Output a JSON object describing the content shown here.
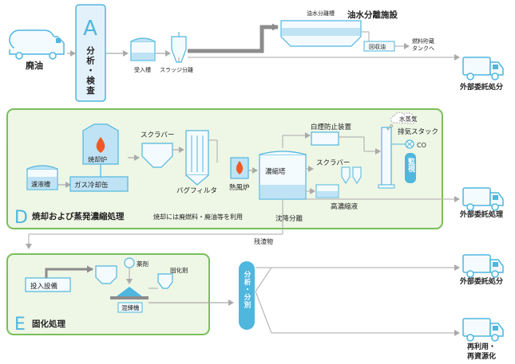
{
  "colors": {
    "accent": "#4fb6de",
    "green_border": "#79bf5a",
    "green_bg": "#eef6e6",
    "panel_bg": "#e3f1fa",
    "equip_fill": "#bfe3f5",
    "line_thin": "#b5b5b5",
    "line_thick": "#8c8c8c",
    "flame": "#ef5a24"
  },
  "labels": {
    "waste_oil": "廃油",
    "box_a_letter": "A",
    "box_a_text": "分析・検査",
    "receiving_tank": "受入槽",
    "sludge_sep": "スラッジ分離",
    "oil_water_tank": "油水分離槽",
    "oil_water_facility": "油水分離施設",
    "recovered_oil": "回収油",
    "fuel_storage_1": "燃料貯蔵",
    "fuel_storage_2": "タンクへ",
    "outsourced_1": "外部委託処分",
    "scrubber_1": "スクラバー",
    "incinerator": "焼却炉",
    "white_smoke": "白煙防止装置",
    "steam": "水蒸気",
    "exhaust_stack": "排気スタック",
    "monitor": "監視",
    "filtrate_tank": "濾液槽",
    "gas_cooler": "ガス冷却缶",
    "bag_filter": "バグフィルタ",
    "hot_air": "熱風炉",
    "concentrator": "濃縮塔",
    "scrubber_2": "スクラバー",
    "high_conc": "高濃縮液",
    "sedimentation": "沈降分離",
    "section_d_letter": "D",
    "section_d_title": "焼却および蒸発濃縮処理",
    "section_d_note": "焼却には廃燃料・廃油等を利用",
    "outsourced_2": "外部委託処理",
    "residue": "残渣物",
    "input_equip": "投入設備",
    "chemical": "薬剤",
    "solidifier": "固化剤",
    "mixer": "混練機",
    "section_e_letter": "E",
    "section_e_title": "固化処理",
    "analysis_sep": "分析・分別",
    "outsourced_3": "外部委託処分",
    "reuse_1": "再利用・",
    "reuse_2": "再資源化"
  }
}
